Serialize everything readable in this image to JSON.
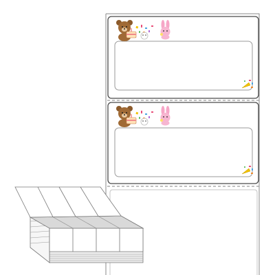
{
  "product": {
    "type": "fanfold-label-sheet",
    "labels_per_page": 2,
    "perforation": "dashed",
    "colors": {
      "sheet_border": "#8a8a8a",
      "frame": "#9a9a9a",
      "perforation": "#9a9a9a",
      "stack_fill": "#f6f6f6",
      "stack_shade": "#d9d9d9"
    },
    "label_art": {
      "left": "teddy-bear-with-cake-icon",
      "middle": "confetti-icon",
      "right": "pink-bunny-icon",
      "corner": "yellow-party-popper-icon"
    }
  }
}
